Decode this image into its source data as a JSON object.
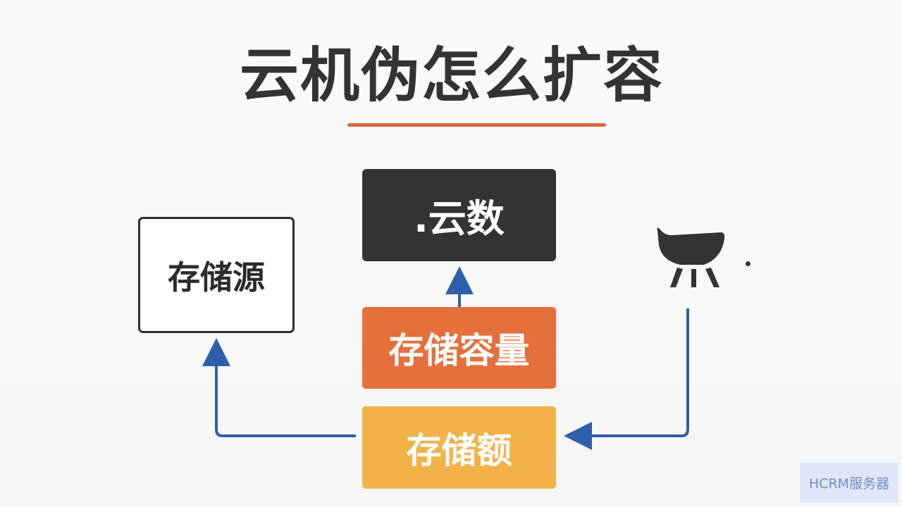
{
  "title": "云机伪怎么扩容",
  "nodes": {
    "storage_source": "存储源",
    "cloud_data": ".云数",
    "storage_capacity": "存储容量",
    "storage_quota": "存储额"
  },
  "watermark": "HCRM服务器",
  "colors": {
    "title_text": "#333333",
    "title_underline": "#d8683a",
    "cloud_box": "#333333",
    "capacity_box": "#e5703b",
    "quota_box": "#f2b24a",
    "arrow": "#2e5fae",
    "source_border": "#2e2e2e",
    "watermark_bg": "#dfe7fb",
    "watermark_text": "#6e85c8"
  },
  "icons": {
    "device": "server-bowl-icon"
  }
}
